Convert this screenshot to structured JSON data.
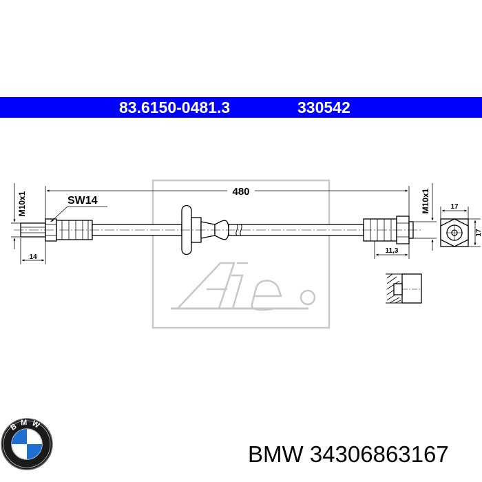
{
  "header": {
    "article_number": "83.6150-0481.3",
    "reference_number": "330542",
    "background_color": "#0000ff"
  },
  "drawing": {
    "length": "480",
    "wrench_size": "SW14",
    "thread_left": "M10x1",
    "thread_right": "M10x1",
    "dim_left_end": "14",
    "dim_right_end": "11,3",
    "dim_hex_width": "17",
    "dim_hex_height": "17",
    "watermark_logo": "ate-logo"
  },
  "footer": {
    "brand": "BMW",
    "part_number": "34306863167",
    "logo_text": "BMW"
  }
}
